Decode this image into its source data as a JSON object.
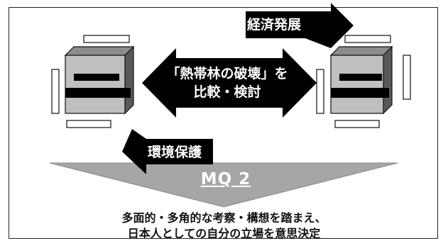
{
  "labels": {
    "economic_development": "経済発展",
    "environmental_protection": "環境保護",
    "center_line1": "「熱帯林の破壊」を",
    "center_line2": "比較・検討",
    "mq": "MQ 2",
    "conclusion_line1": "多面的・多角的な考察・構想を踏まえ、",
    "conclusion_line2": "日本人としての自分の立場を意思決定"
  },
  "colors": {
    "arrow": "#000000",
    "funnel": "#a6a6a6",
    "cube_front": "#bfbfbf",
    "cube_top": "#8c8c8c",
    "cube_side": "#595959"
  }
}
